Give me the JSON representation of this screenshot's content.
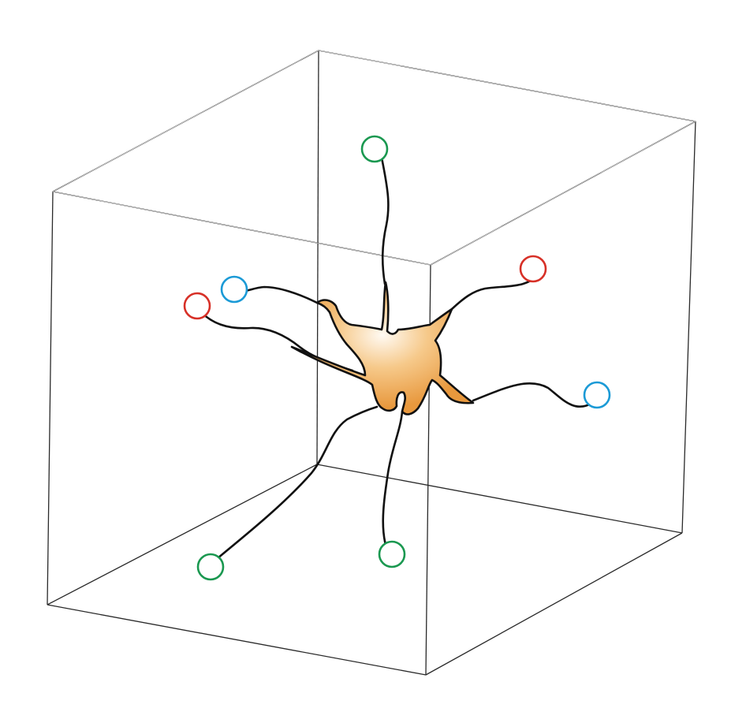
{
  "diagram": {
    "cell": {
      "icon": "cell-body-icon",
      "fill_center": "#fffaf3",
      "fill_mid": "#f6c98a",
      "fill_edge": "#e8983d",
      "outline": "#111111"
    },
    "box": {
      "icon": "wireframe-cube-icon",
      "stroke": "#2a2a2a"
    },
    "terminals": [
      {
        "name": "terminal-top-green",
        "kind": "green",
        "color": "#1a9850"
      },
      {
        "name": "terminal-upper-right-red",
        "kind": "red",
        "color": "#d73027"
      },
      {
        "name": "terminal-right-blue",
        "kind": "blue",
        "color": "#1b9ad6"
      },
      {
        "name": "terminal-bottom-green",
        "kind": "green",
        "color": "#1a9850"
      },
      {
        "name": "terminal-lower-left-green",
        "kind": "green",
        "color": "#1a9850"
      },
      {
        "name": "terminal-left-red",
        "kind": "red",
        "color": "#d73027"
      },
      {
        "name": "terminal-left-blue",
        "kind": "blue",
        "color": "#1b9ad6"
      }
    ]
  }
}
